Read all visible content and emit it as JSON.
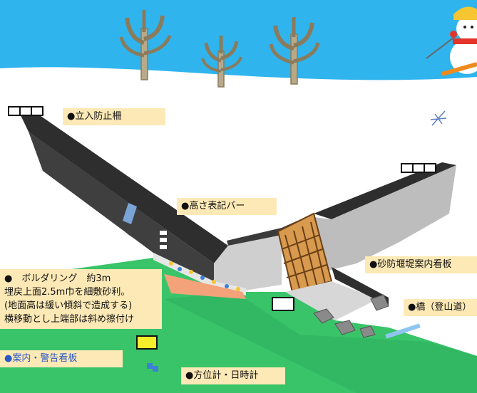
{
  "labels": {
    "fence": "●立入防止柵",
    "height_bar": "●高さ表記バー",
    "bouldering_1": "●　ボルダリング　約3m",
    "bouldering_2": "埋戻上面2.5m巾を細敷砂利。",
    "bouldering_3": "(地面高は緩い傾斜で造成する)",
    "bouldering_4": "横移動とし上端部は斜め擦付け",
    "info_board": "●砂防堰堤案内看板",
    "bridge": "●橋（登山道）",
    "warning_board": "●案内・警告看板",
    "compass": "●方位計・日時計"
  },
  "colors": {
    "sky": "#2fb4ee",
    "ground": "#39c46a",
    "dam_top": "#3a3a3a",
    "dam_face": "#bdbdbd",
    "label_bg": "#fde9b6",
    "accent_blue": "#2a58c8"
  }
}
